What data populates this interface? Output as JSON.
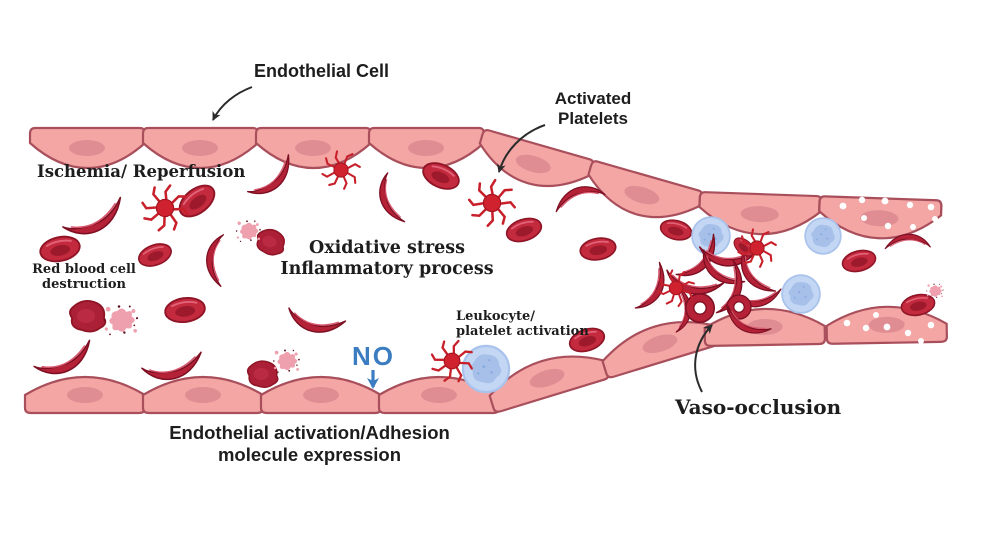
{
  "labels": {
    "endothelial_cell": "Endothelial Cell",
    "activated_platelets": "Activated\nPlatelets",
    "ischemia_reperfusion": "Ischemia/ Reperfusion",
    "red_blood_cell_destruction": "Red blood cell\ndestruction",
    "oxidative_inflammatory": "Oxidative stress\nInflammatory process",
    "leukocyte_platelet_activation": "Leukocyte/\nplatelet activation",
    "nitric_oxide": "NO",
    "endothelial_activation": "Endothelial activation/Adhesion\nmolecule expression",
    "vaso_occlusion": "Vaso-occlusion"
  },
  "colors": {
    "background": "#ffffff",
    "endothelium_fill": "#f3a6a4",
    "endothelium_stroke": "#a94f5c",
    "endothelium_nucleus": "#df8d92",
    "red_blood_cell": "#c42a3d",
    "red_blood_cell_dark": "#9c1a2c",
    "sickle_cell": "#b52238",
    "platelet": "#cf222e",
    "leukocyte": "#c3d6f3",
    "leukocyte_nucleus": "#a6c0ea",
    "debris_pink": "#efa0ae",
    "adhesion_dot": "#ffffff",
    "arrow": "#2b2b2b",
    "no_blue": "#3b7dc0",
    "text": "#1d1d1d"
  }
}
